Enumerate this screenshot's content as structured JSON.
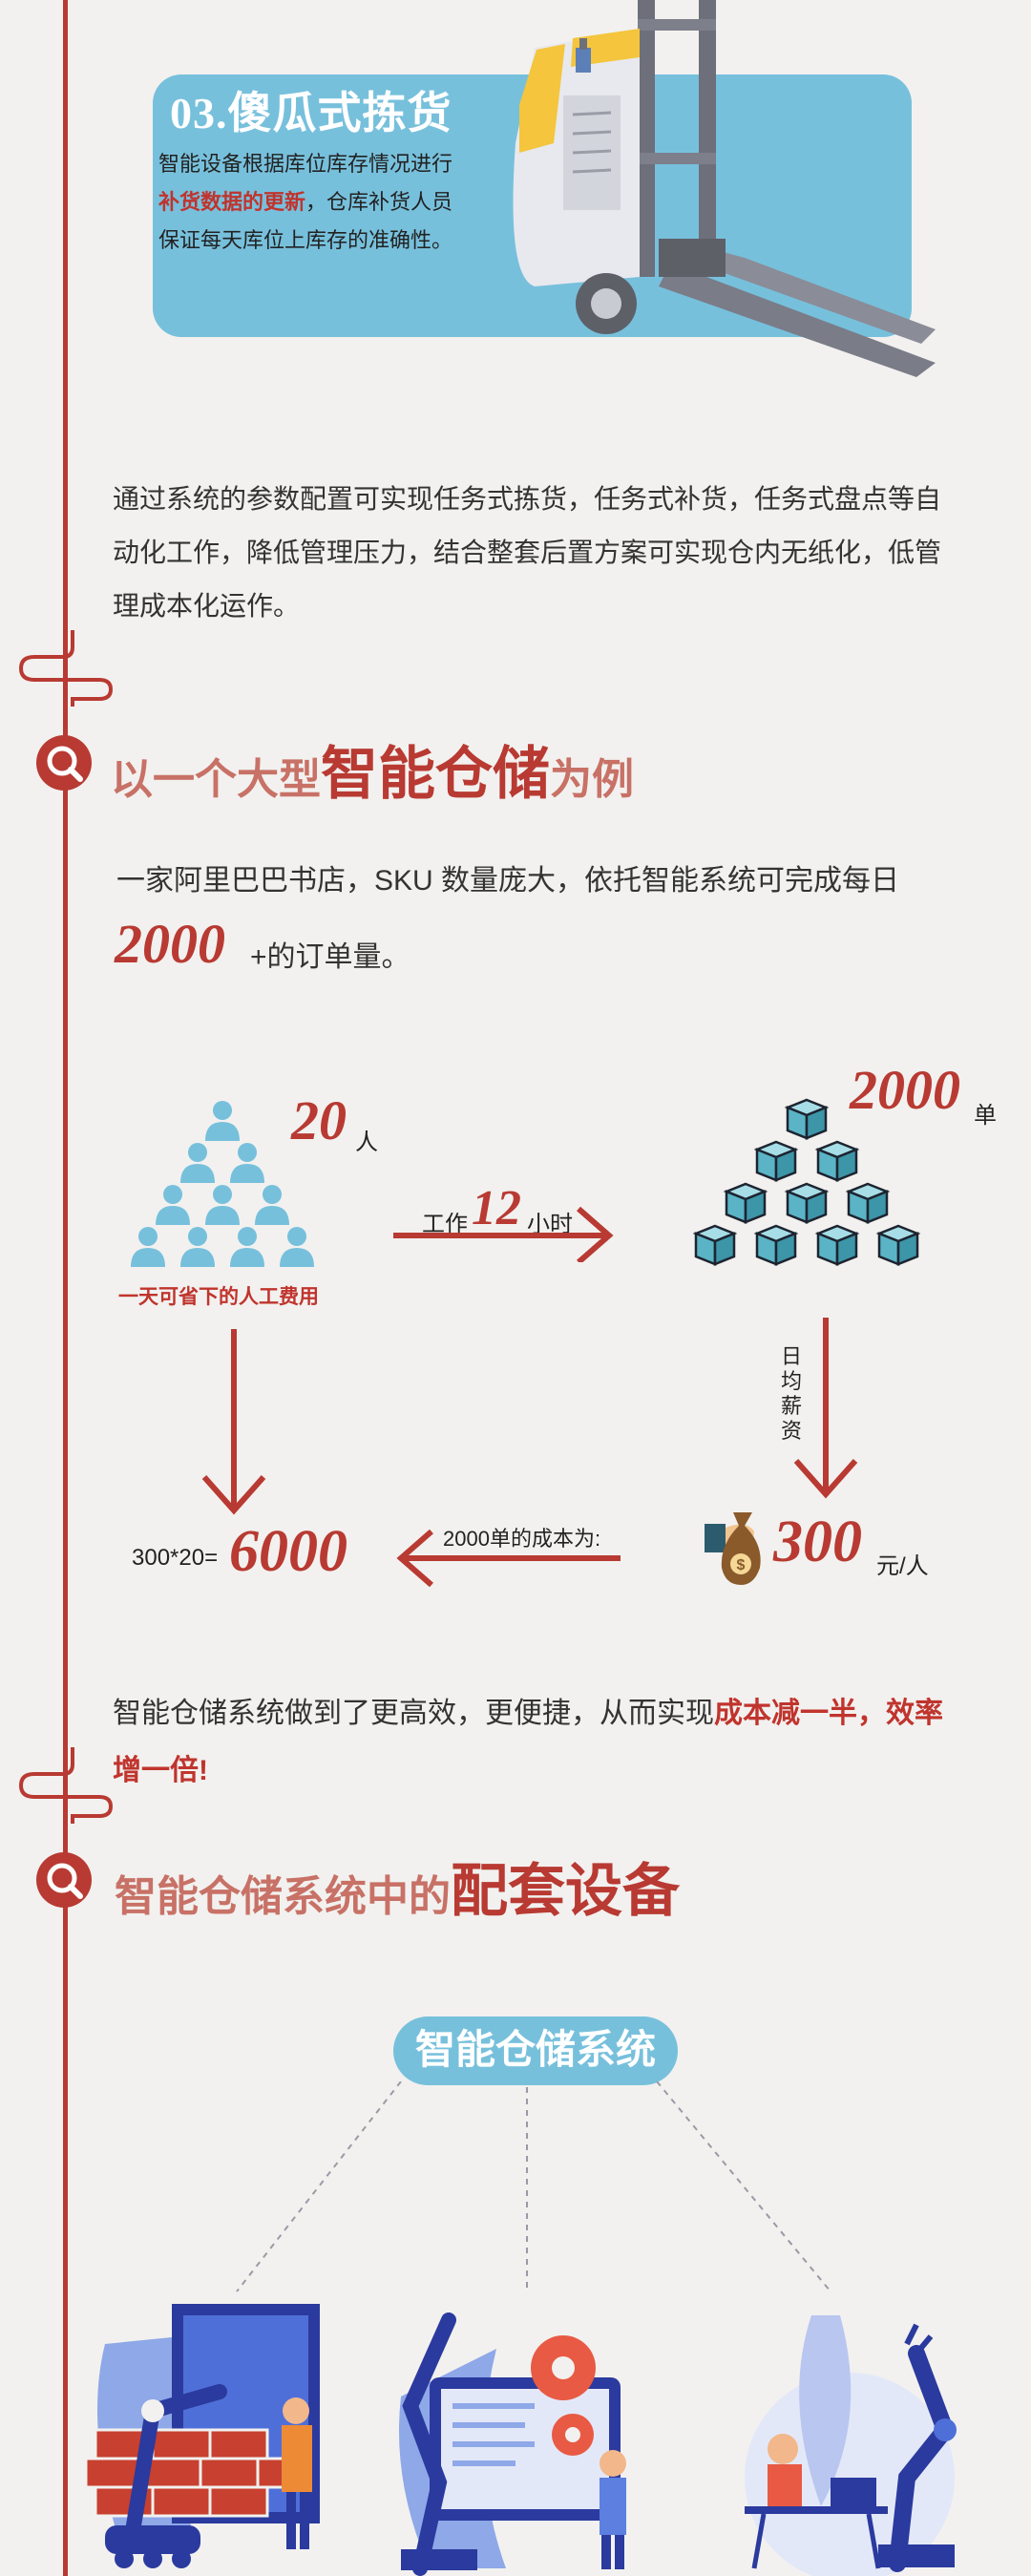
{
  "card": {
    "title": "03.傻瓜式拣货",
    "body_before": "智能设备根据库位库存情况进行",
    "body_highlight": "补货数据的更新",
    "body_after": "，仓库补货人员保证每天库位上库存的准确性。"
  },
  "intro": {
    "paragraph": "通过系统的参数配置可实现任务式拣货，任务式补货，任务式盘点等自动化工作，降低管理压力，结合整套后置方案可实现仓内无纸化，低管理成本化运作。"
  },
  "section1": {
    "title_small_1": "以一个大型",
    "title_big": "智能仓储",
    "title_small_2": "为例"
  },
  "example": {
    "text": "一家阿里巴巴书店，SKU 数量庞大，依托智能系统可完成每日",
    "orders_number": "2000",
    "orders_suffix": "+的订单量。"
  },
  "diagram": {
    "people_count": "20",
    "people_unit": "人",
    "people_caption": "一天可省下的人工费用",
    "work_prefix": "工作",
    "work_hours": "12",
    "work_unit": "小时",
    "orders_count": "2000",
    "orders_unit": "单",
    "salary_label": "日均薪资",
    "salary_value": "300",
    "salary_unit": "元/人",
    "cost_label": "2000单的成本为:",
    "formula": "300*20=",
    "result": "6000",
    "colors": {
      "accent": "#b83a32",
      "people": "#77c0dc",
      "box": "#5ab4c6"
    }
  },
  "conclusion": {
    "text_before": "智能仓储系统做到了更高效，更便捷，从而实现",
    "text_highlight": "成本减一半，效率增一倍!"
  },
  "section2": {
    "title_small": "智能仓储系统中的",
    "title_big": "配套设备"
  },
  "system": {
    "pill_label": "智能仓储系统"
  },
  "icons": [
    "forklift-icon",
    "magnifier-icon",
    "person-icon",
    "box-icon",
    "money-bag-icon",
    "robot-arm-icon",
    "gear-icon",
    "worker-icon"
  ]
}
